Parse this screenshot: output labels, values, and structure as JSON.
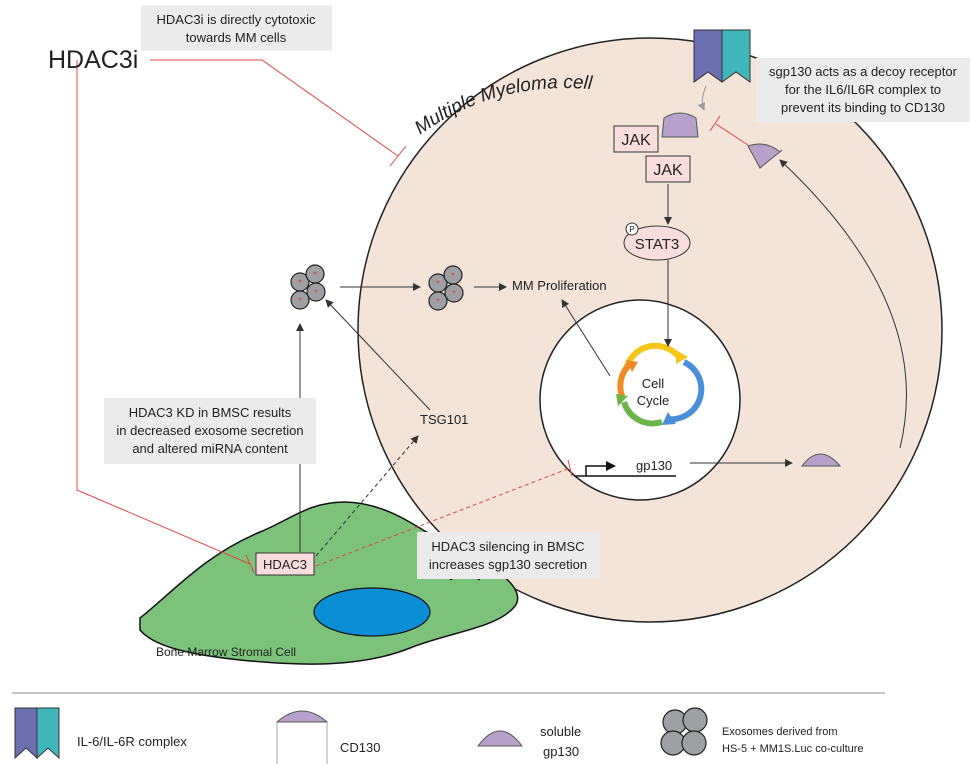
{
  "drug": {
    "label": "HDAC3i"
  },
  "notes": {
    "cytotoxic": [
      "HDAC3i is directly cytotoxic",
      "towards MM cells"
    ],
    "decoy": [
      "sgp130 acts as a decoy receptor",
      "for the IL6/IL6R complex to",
      "prevent its binding to CD130"
    ],
    "kd": [
      "HDAC3 KD in BMSC results",
      "in decreased exosome secretion",
      "and altered miRNA content"
    ],
    "silencing": [
      "HDAC3 silencing in BMSC",
      "increases sgp130 secretion"
    ]
  },
  "cell": {
    "title": "Multiple Myeloma cell",
    "jak1": "JAK",
    "jak2": "JAK",
    "stat3": "STAT3",
    "phospho": "P",
    "proliferation": "MM Proliferation",
    "cell_cycle": [
      "Cell",
      "Cycle"
    ],
    "gene": "gp130"
  },
  "stroma": {
    "label": "Bone Marrow Stromal Cell",
    "hdac3": "HDAC3",
    "tsg101": "TSG101"
  },
  "legend": {
    "complex": "IL-6/IL-6R complex",
    "cd130": "CD130",
    "soluble": [
      "soluble",
      "gp130"
    ],
    "exosomes": [
      "Exosomes derived from",
      "HS-5 + MM1S.Luc co-culture"
    ]
  },
  "colors": {
    "mm_cell": "#f4e4d8",
    "stroma": "#7dc27a",
    "nucleus": "#0a8fd6",
    "receptor": "#b7a0c9",
    "complex_left": "#6b6fb0",
    "complex_right": "#3fb6b8",
    "inhibit": "#e04646",
    "note_bg": "#ebebeb",
    "box_bg": "#f9dcdc",
    "exosome": "#9ea0a3"
  }
}
